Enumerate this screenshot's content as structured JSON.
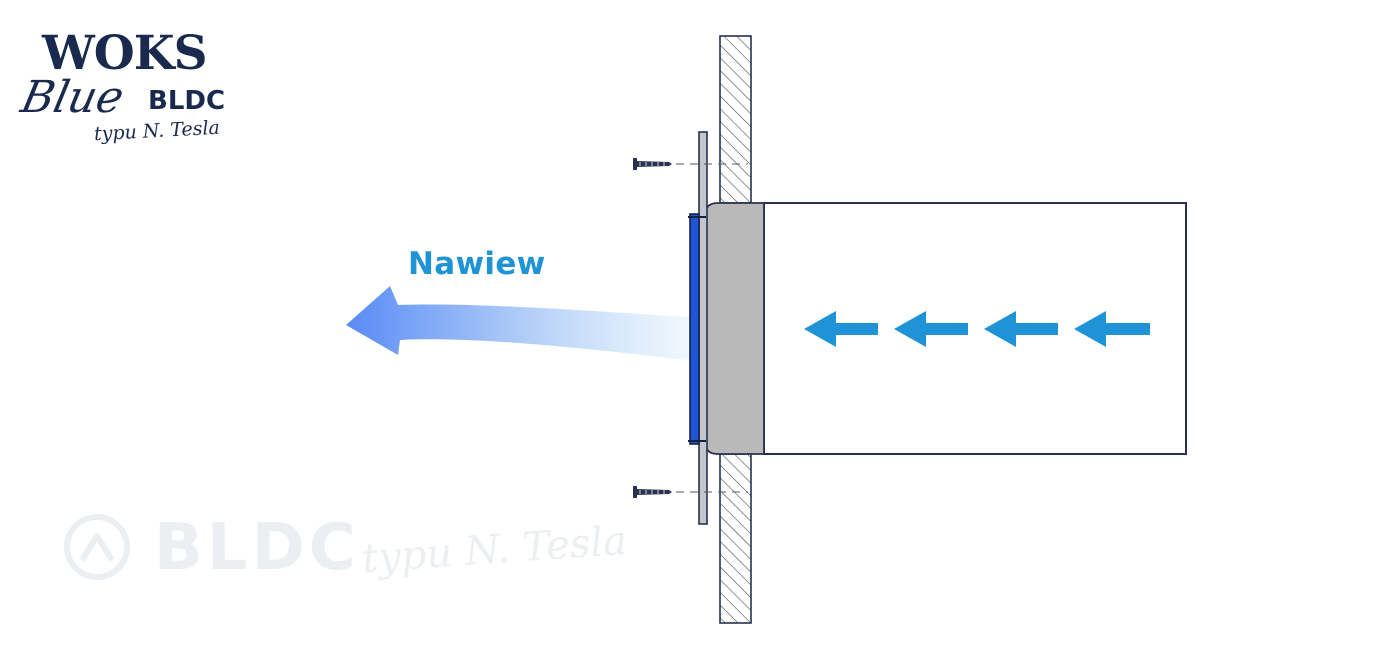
{
  "diagram": {
    "flow_label": "Nawiew",
    "flow_direction": "left",
    "duct_arrow_count": 4
  },
  "logo": {
    "line1": "WOKS",
    "line2": "Blue",
    "line3": "BLDC",
    "tagline": "typu N. Tesla"
  },
  "watermark": {
    "text": "BLDC",
    "tagline": "typu N. Tesla",
    "icon": "mountain-circle-icon"
  },
  "colors": {
    "arrow_blue": "#1e93d6",
    "gradient_start": "#5b8cf5",
    "fan_blue": "#1f55d8",
    "sleeve_gray": "#b9b9b9",
    "outline": "#26324f",
    "watermark_gray": "#eceff2"
  }
}
